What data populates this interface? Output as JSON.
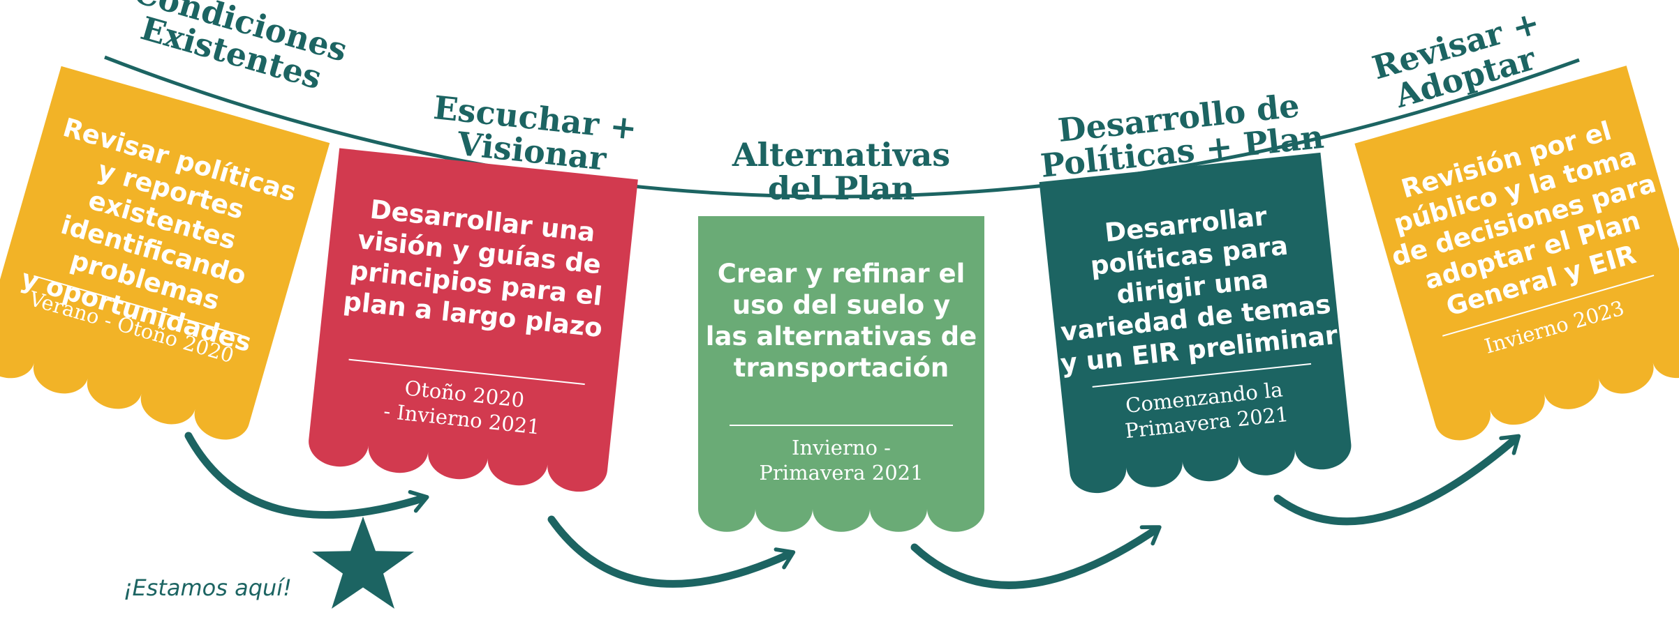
{
  "colors": {
    "teal": "#1c6462",
    "yellow": "#f2b327",
    "red": "#d23a4f",
    "green": "#6aab76",
    "dark_teal": "#1c6462",
    "text_on_flag": "#ffffff"
  },
  "phases": [
    {
      "heading": [
        "Condiciones",
        "Existentes"
      ],
      "body": [
        "Revisar políticas",
        "y reportes",
        "existentes",
        "identificando",
        "problemas",
        "y oportunidades"
      ],
      "date": [
        "Verano - Otoño 2020"
      ]
    },
    {
      "heading": [
        "Escuchar +",
        "Visionar"
      ],
      "body": [
        "Desarrollar una",
        "visión y guías de",
        "principios para el",
        "plan a largo plazo"
      ],
      "date": [
        "Otoño 2020",
        "- Invierno 2021"
      ]
    },
    {
      "heading": [
        "Alternativas",
        "del Plan"
      ],
      "body": [
        "Crear y refinar el",
        "uso del suelo y",
        "las alternativas de",
        "transportación"
      ],
      "date": [
        "Invierno -",
        "Primavera 2021"
      ]
    },
    {
      "heading": [
        "Desarrollo de",
        "Políticas + Plan"
      ],
      "body": [
        "Desarrollar",
        "políticas para",
        "dirigir una",
        "variedad de temas",
        "y un EIR preliminar"
      ],
      "date": [
        "Comenzando la",
        "Primavera 2021"
      ]
    },
    {
      "heading": [
        "Revisar +",
        "Adoptar"
      ],
      "body": [
        "Revisión por el",
        "público y  la toma",
        "de decisiones para",
        "adoptar el Plan",
        "General y EIR"
      ],
      "date": [
        "Invierno 2023"
      ]
    }
  ],
  "marker": {
    "label": "¡Estamos aquí!",
    "icon": "star-icon"
  }
}
